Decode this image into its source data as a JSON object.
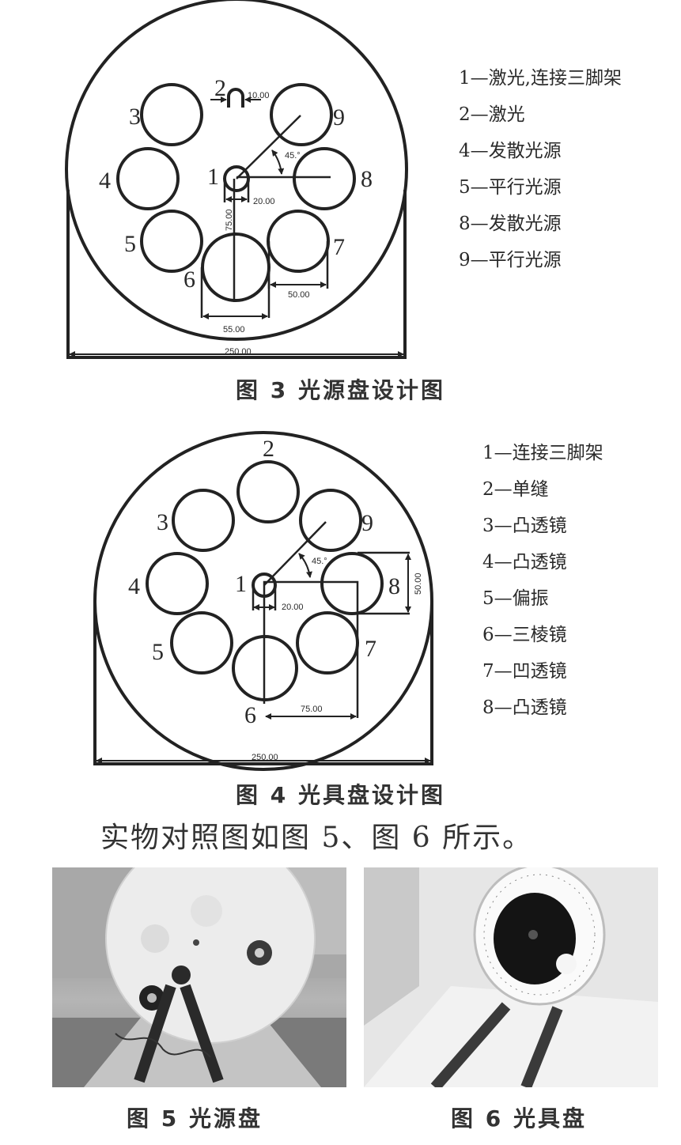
{
  "figure3": {
    "caption": "图 3  光源盘设计图",
    "slot_numbers": [
      "1",
      "2",
      "3",
      "4",
      "5",
      "6",
      "7",
      "8",
      "9"
    ],
    "dimensions": {
      "d_10": "10.00",
      "angle": "45.°",
      "d_20": "20.00",
      "d_75": "75.00",
      "d_50": "50.00",
      "d_55": "55.00",
      "d_250": "250.00"
    },
    "legend": [
      "1—激光,连接三脚架",
      "2—激光",
      "4—发散光源",
      "5—平行光源",
      "8—发散光源",
      "9—平行光源"
    ]
  },
  "figure4": {
    "caption": "图 4  光具盘设计图",
    "slot_numbers": [
      "1",
      "2",
      "3",
      "4",
      "5",
      "6",
      "7",
      "8",
      "9"
    ],
    "dimensions": {
      "angle": "45.°",
      "d_20": "20.00",
      "d_50": "50.00",
      "d_75": "75.00",
      "d_250": "250.00"
    },
    "legend": [
      "1—连接三脚架",
      "2—单缝",
      "3—凸透镜",
      "4—凸透镜",
      "5—偏振",
      "6—三棱镜",
      "7—凹透镜",
      "8—凸透镜"
    ]
  },
  "body_text": "实物对照图如图 5、图 6 所示。",
  "figure5": {
    "caption": "图 5  光源盘"
  },
  "figure6": {
    "caption": "图 6  光具盘"
  }
}
